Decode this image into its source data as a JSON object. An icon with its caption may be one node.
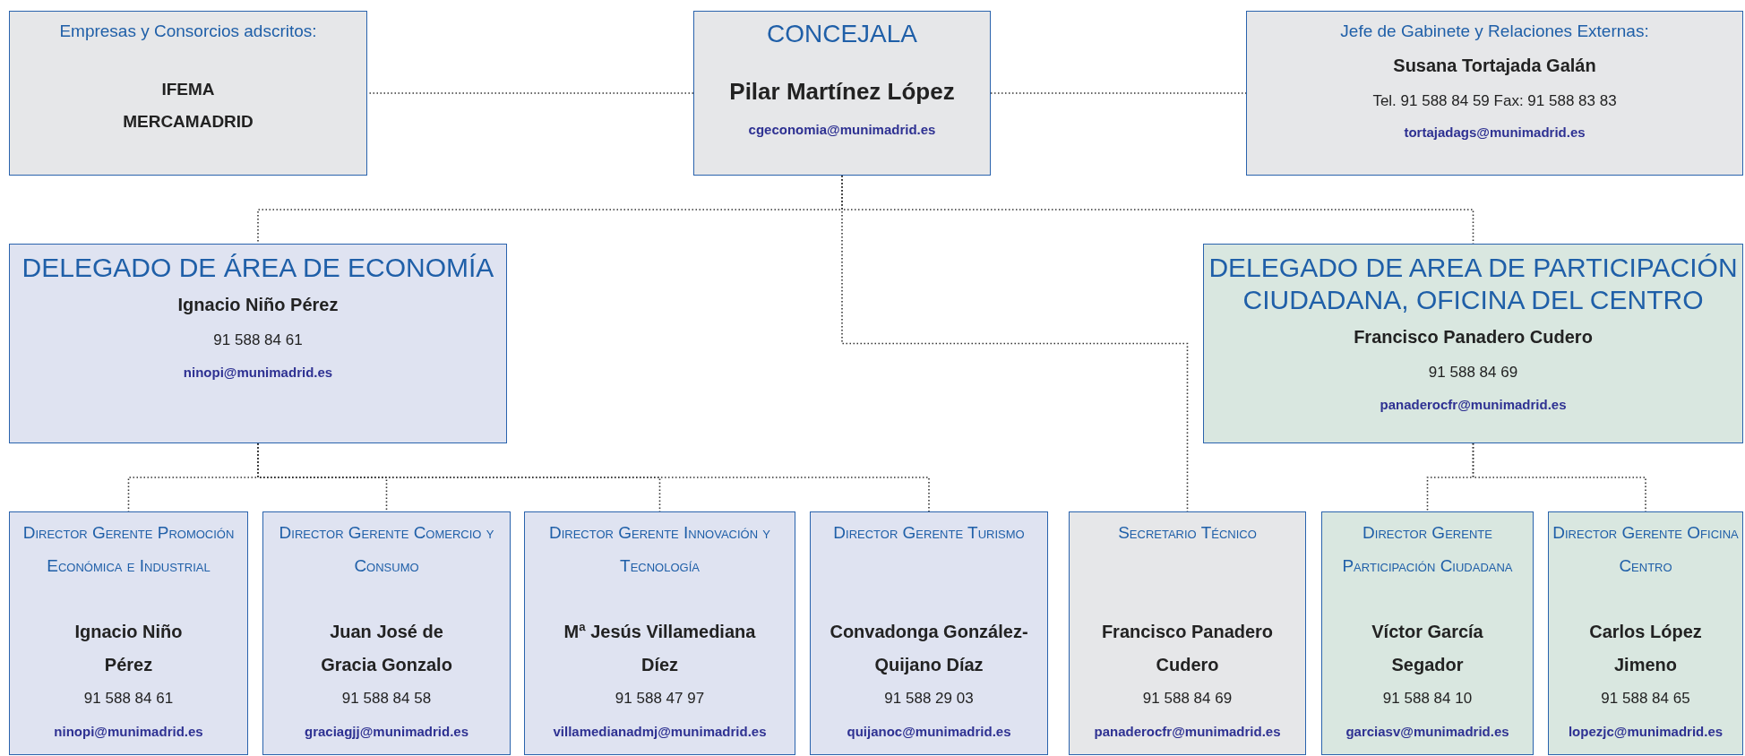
{
  "diagram": {
    "nodes": [
      {
        "text": [
          "Empresas y Consorcios adscritos:",
          "IFEMA",
          "MERCAMADRID"
        ]
      },
      {
        "text": [
          "CONCEJALA",
          "Pilar Martínez López",
          "cgeconomia@munimadrid.es"
        ]
      },
      {
        "text": [
          "Jefe de Gabinete y Relaciones Externas:",
          "Susana Tortajada Galán",
          "Tel. 91 588 84 59 Fax: 91 588 83 83",
          "tortajadags@munimadrid.es"
        ]
      },
      {
        "text": [
          "DELEGADO DE ÁREA DE ECONOMÍA",
          "Ignacio Niño Pérez",
          "91 588 84 61",
          "ninopi@munimadrid.es"
        ]
      },
      {
        "text": [
          "DELEGADO DE AREA DE PARTICIPACIÓN CIUDADANA, OFICINA DEL CENTRO",
          "Francisco Panadero Cudero",
          "91 588 84 69",
          "panaderocfr@munimadrid.es"
        ]
      },
      {
        "text": [
          "Director Gerente Promoción Económica e Industrial",
          "Ignacio Niño Pérez",
          "91 588 84 61",
          "ninopi@munimadrid.es"
        ]
      },
      {
        "text": [
          "Director Gerente Comercio y Consumo",
          "Juan José de Gracia Gonzalo",
          "91 588 84 58",
          "graciagjj@munimadrid.es"
        ]
      },
      {
        "text": [
          "Director Gerente Innovación y Tecnología",
          "Mª Jesús Villamediana Díez",
          "91 588 47 97",
          "villamedianadmj@munimadrid.es"
        ]
      },
      {
        "text": [
          "Director Gerente Turismo",
          "Convadonga González-Quijano Díaz",
          "91 588 29 03",
          "quijanoc@munimadrid.es"
        ]
      },
      {
        "text": [
          "Secretario Técnico",
          "Francisco Panadero Cudero",
          "91 588 84 69",
          "panaderocfr@munimadrid.es"
        ]
      },
      {
        "text": [
          "Director Gerente Participación Ciudadana",
          "Víctor García Segador",
          "91 588 84 10",
          "garciasv@munimadrid.es"
        ]
      },
      {
        "text": [
          "Director Gerente Oficina Centro",
          "Carlos López Jimeno",
          "91 588 84 65",
          "lopezjc@munimadrid.es"
        ]
      }
    ],
    "edges": [
      {
        "from": 1,
        "to": 0,
        "arrow": "none"
      },
      {
        "from": 1,
        "to": 2,
        "arrow": "none"
      },
      {
        "from": 1,
        "to": 3,
        "arrow": "none"
      },
      {
        "from": 1,
        "to": 9,
        "arrow": "none"
      },
      {
        "from": 1,
        "to": 4,
        "arrow": "none"
      },
      {
        "from": 3,
        "to": 5,
        "arrow": "none"
      },
      {
        "from": 3,
        "to": 6,
        "arrow": "none"
      },
      {
        "from": 3,
        "to": 7,
        "arrow": "none"
      },
      {
        "from": 3,
        "to": 8,
        "arrow": "none"
      },
      {
        "from": 4,
        "to": 10,
        "arrow": "none"
      },
      {
        "from": 4,
        "to": 11,
        "arrow": "none"
      }
    ]
  }
}
